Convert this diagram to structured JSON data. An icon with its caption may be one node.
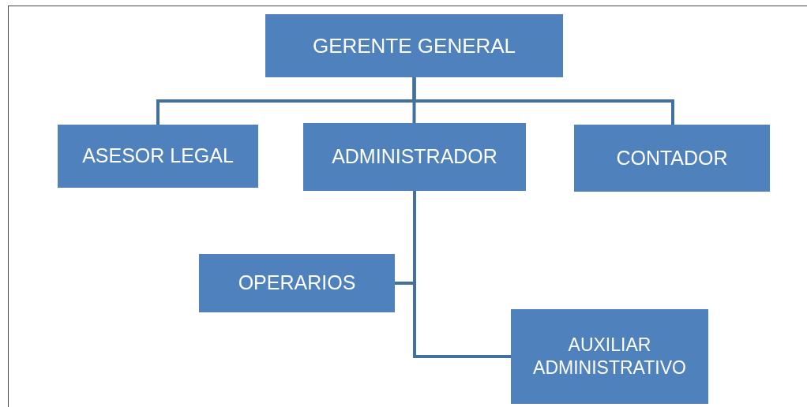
{
  "diagram": {
    "nodes": [
      {
        "text": [
          "GERENTE GENERAL"
        ]
      },
      {
        "text": [
          "ASESOR LEGAL"
        ]
      },
      {
        "text": [
          "ADMINISTRADOR"
        ]
      },
      {
        "text": [
          "CONTADOR"
        ]
      },
      {
        "text": [
          "OPERARIOS"
        ]
      },
      {
        "text": [
          "AUXILIAR ADMINISTRATIVO"
        ]
      }
    ],
    "edges": [
      {
        "from": 0,
        "to": 1,
        "arrow": "none"
      },
      {
        "from": 0,
        "to": 2,
        "arrow": "none"
      },
      {
        "from": 0,
        "to": 3,
        "arrow": "none"
      },
      {
        "from": 2,
        "to": 4,
        "arrow": "none"
      },
      {
        "from": 2,
        "to": 5,
        "arrow": "none"
      }
    ]
  }
}
